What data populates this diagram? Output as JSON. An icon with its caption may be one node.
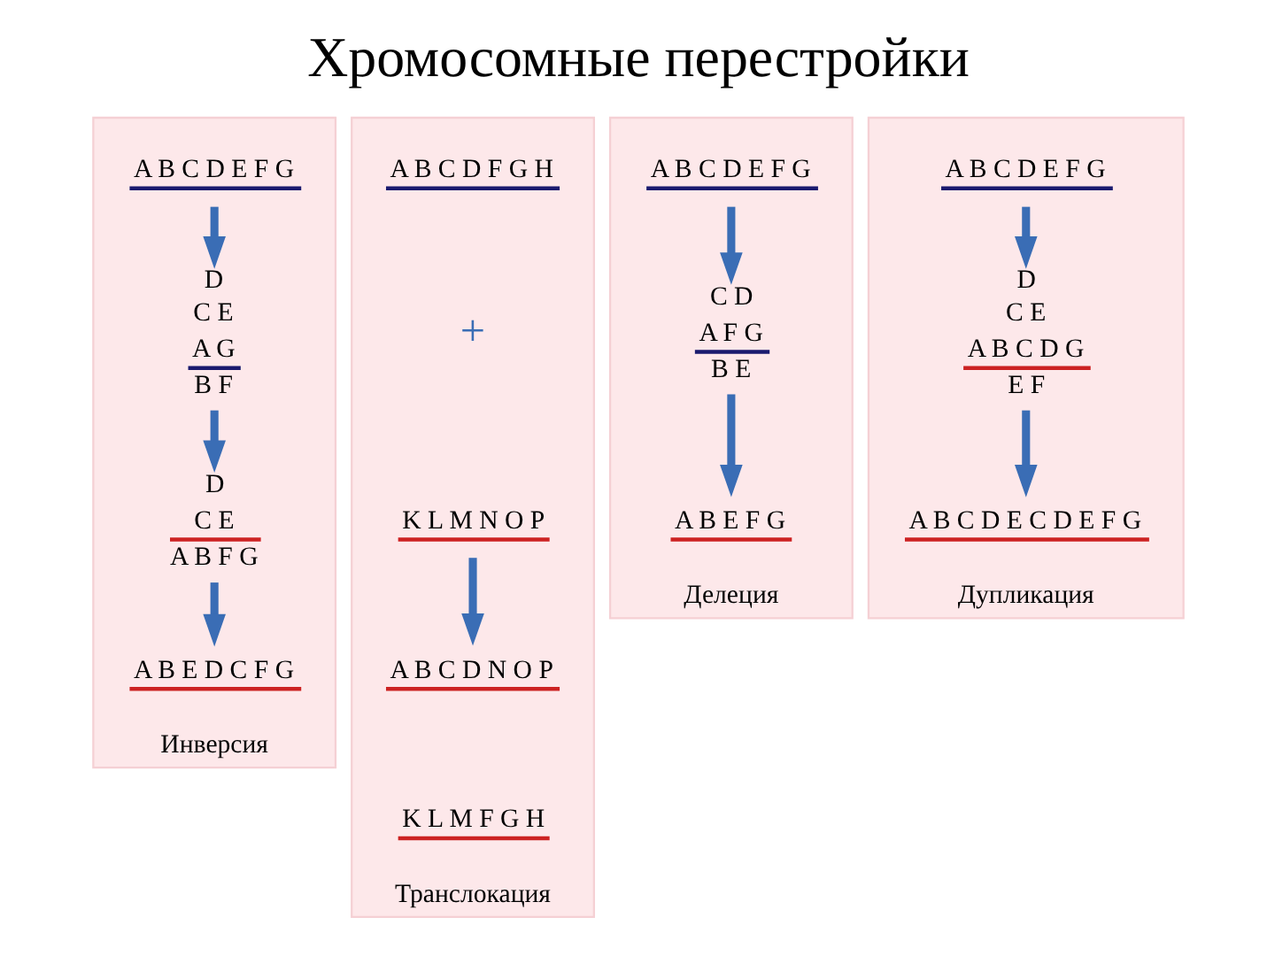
{
  "diagram": {
    "title": "Хромосомные перестройки",
    "nodes": [
      {
        "text": [
          "Инверсия"
        ]
      },
      {
        "text": [
          "A B C D E F G"
        ],
        "in": 0
      },
      {
        "text": [
          "D",
          "C E",
          "A G",
          "B F"
        ],
        "in": 0
      },
      {
        "text": [
          "D",
          "C E",
          "A B F G"
        ],
        "in": 0
      },
      {
        "text": [
          "A B E D C F G"
        ],
        "in": 0
      },
      {
        "text": [
          "Транслокация"
        ]
      },
      {
        "text": [
          "A B C D F G H"
        ],
        "in": 5
      },
      {
        "text": [
          "K L M N O P"
        ],
        "in": 5
      },
      {
        "text": [
          "A B C D N O P"
        ],
        "in": 5
      },
      {
        "text": [
          "K L M F G H"
        ],
        "in": 5
      },
      {
        "text": [
          "Делеция"
        ]
      },
      {
        "text": [
          "A B C D E F G"
        ],
        "in": 10
      },
      {
        "text": [
          "C D",
          "A F G",
          "B E"
        ],
        "in": 10
      },
      {
        "text": [
          "A B E F G"
        ],
        "in": 10
      },
      {
        "text": [
          "Дупликация"
        ]
      },
      {
        "text": [
          "A B C D E F G"
        ],
        "in": 14
      },
      {
        "text": [
          "D",
          "C E",
          "A B C D G",
          "E F"
        ],
        "in": 14
      },
      {
        "text": [
          "A B C D E C D E F G"
        ],
        "in": 14
      }
    ],
    "edges": [
      {
        "from": 1,
        "to": 2,
        "arrow": "to"
      },
      {
        "from": 2,
        "to": 3,
        "arrow": "to"
      },
      {
        "from": 3,
        "to": 4,
        "arrow": "to"
      },
      {
        "from": 7,
        "to": 8,
        "arrow": "to"
      },
      {
        "from": 11,
        "to": 12,
        "arrow": "to"
      },
      {
        "from": 12,
        "to": 13,
        "arrow": "to"
      },
      {
        "from": 15,
        "to": 16,
        "arrow": "to"
      },
      {
        "from": 16,
        "to": 17,
        "arrow": "to"
      }
    ],
    "labels": [
      "+"
    ]
  }
}
